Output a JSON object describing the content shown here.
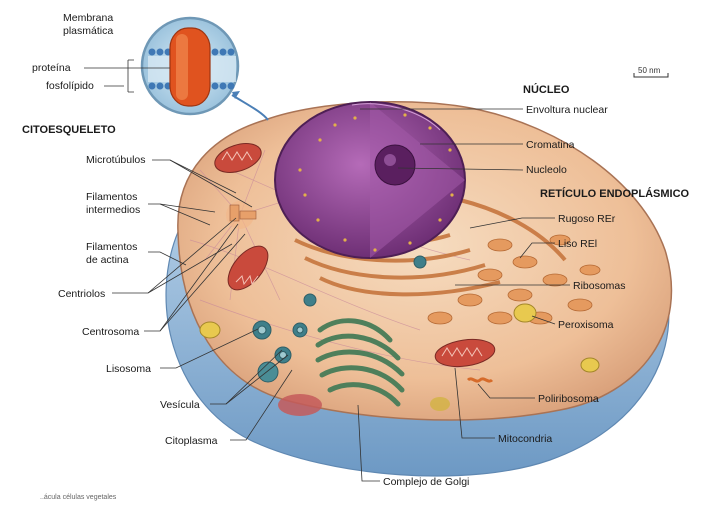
{
  "headers": {
    "citoesqueleto": "CITOESQUELETO",
    "nucleo": "NÚCLEO",
    "reticulo": "RETÍCULO ENDOPLÁSMICO"
  },
  "inset": {
    "title_line1": "Membrana",
    "title_line2": "plasmática",
    "proteina": "proteína",
    "fosfolipido": "fosfolípido"
  },
  "scale": {
    "label": "50 nm"
  },
  "left_labels": {
    "microtubulos": "Microtúbulos",
    "filamentos_int_1": "Filamentos",
    "filamentos_int_2": "intermedios",
    "filamentos_act_1": "Filamentos",
    "filamentos_act_2": "de actina",
    "centriolos": "Centriolos",
    "centrosoma": "Centrosoma",
    "lisosoma": "Lisosoma",
    "vesicula": "Vesícula",
    "citoplasma": "Citoplasma"
  },
  "right_labels": {
    "envoltura": "Envoltura nuclear",
    "cromatina": "Cromatina",
    "nucleolo": "Nucleolo",
    "rugoso": "Rugoso REr",
    "liso": "Liso REl",
    "ribosomas": "Ribosomas",
    "peroxisoma": "Peroxisoma",
    "poliribosoma": "Poliribosoma",
    "mitocondria": "Mitocondria",
    "golgi": "Complejo de Golgi"
  },
  "footer": {
    "caption": "..ácula células vegetales"
  },
  "colors": {
    "cytoplasm": "#f0c9a6",
    "membrane": "#8fb6d8",
    "nucleus": "#8a3f8f",
    "nucleolus": "#5a1f5f",
    "er": "#d98a4f",
    "golgi": "#5f8f6b",
    "mitochondria": "#c94a3c",
    "lysosome": "#3f7f8a",
    "peroxisome": "#e8c94f"
  }
}
